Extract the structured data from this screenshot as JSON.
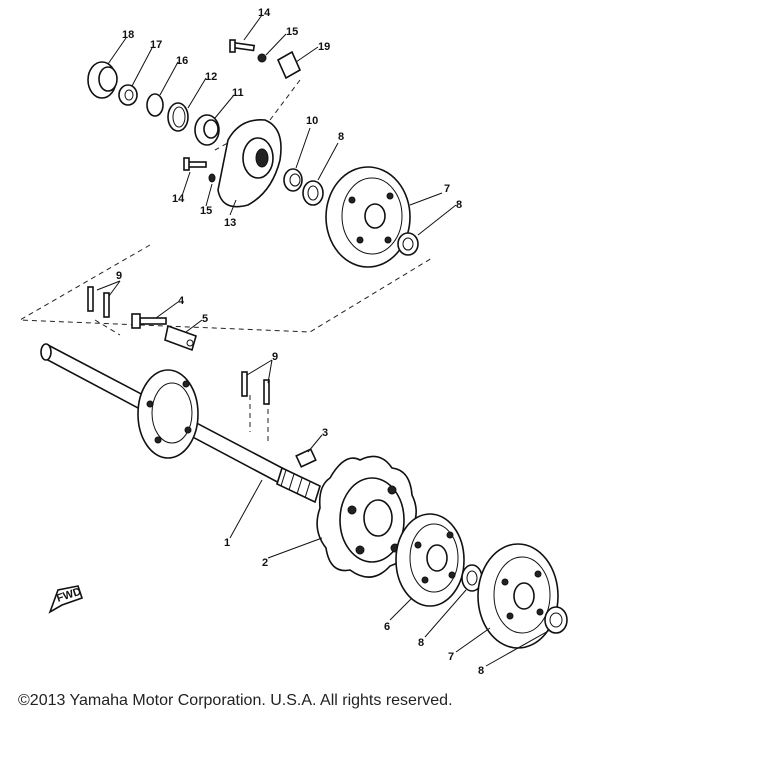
{
  "callouts": [
    "1",
    "2",
    "3",
    "4",
    "5",
    "6",
    "7",
    "8",
    "9",
    "10",
    "11",
    "12",
    "13",
    "14",
    "15",
    "16",
    "17",
    "18",
    "19"
  ],
  "fwd_mark": "FWD",
  "copyright": "©2013 Yamaha Motor Corporation. U.S.A. All rights reserved."
}
